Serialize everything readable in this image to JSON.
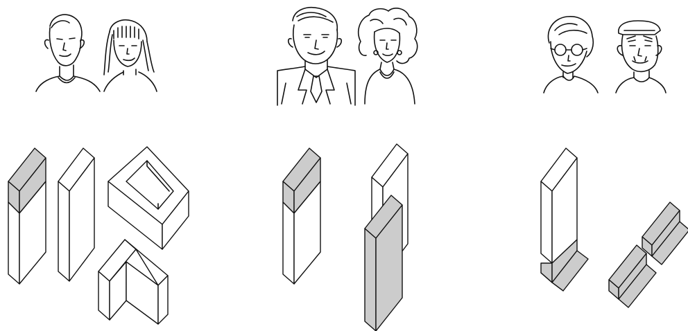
{
  "figure": {
    "groups": [
      {
        "id": "young",
        "people": [
          "young-man",
          "young-woman"
        ]
      },
      {
        "id": "middle-aged",
        "people": [
          "businessman",
          "curly-haired-woman"
        ]
      },
      {
        "id": "elderly",
        "people": [
          "elderly-woman",
          "elderly-man"
        ]
      }
    ],
    "colors": {
      "line": "#111111",
      "shade": "#cccccc",
      "background": "#ffffff"
    }
  }
}
